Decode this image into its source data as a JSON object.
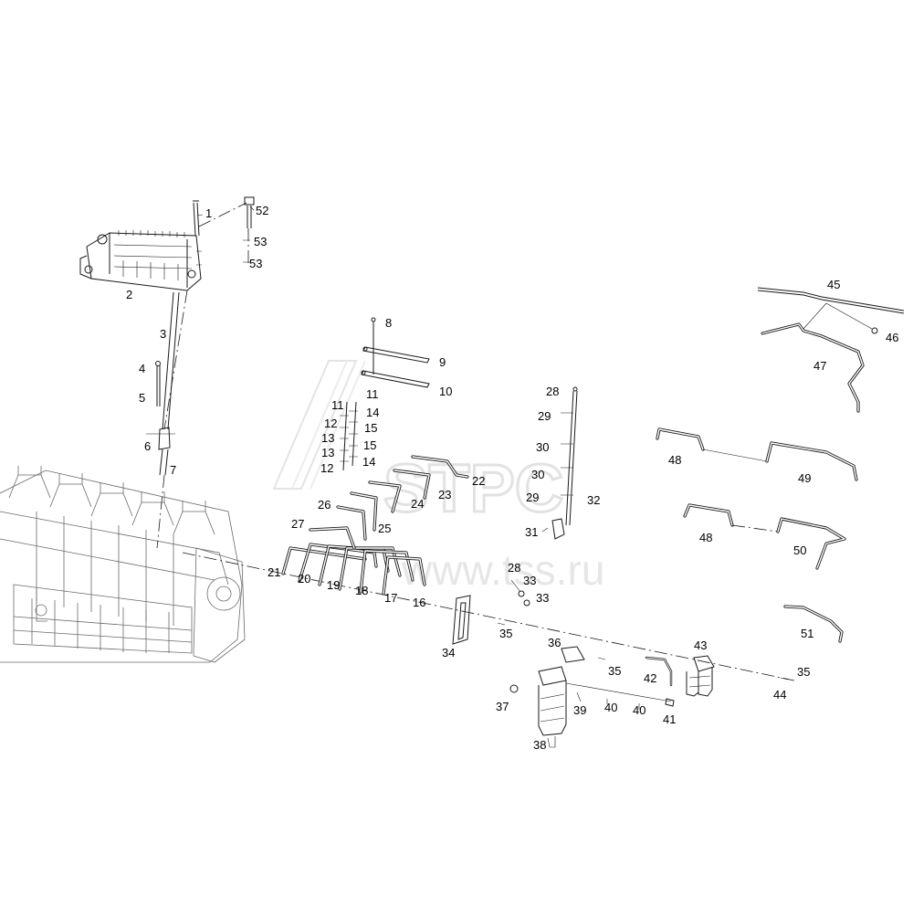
{
  "watermark": {
    "logo_text": "STPC",
    "url_text": "www.tss.ru"
  },
  "labels": [
    {
      "id": "l1",
      "text": "1"
    },
    {
      "id": "l52",
      "text": "52"
    },
    {
      "id": "l53a",
      "text": "53"
    },
    {
      "id": "l53b",
      "text": "53"
    },
    {
      "id": "l2",
      "text": "2"
    },
    {
      "id": "l3",
      "text": "3"
    },
    {
      "id": "l4",
      "text": "4"
    },
    {
      "id": "l5",
      "text": "5"
    },
    {
      "id": "l6",
      "text": "6"
    },
    {
      "id": "l7",
      "text": "7"
    },
    {
      "id": "l8",
      "text": "8"
    },
    {
      "id": "l9",
      "text": "9"
    },
    {
      "id": "l10",
      "text": "10"
    },
    {
      "id": "l11a",
      "text": "11"
    },
    {
      "id": "l11b",
      "text": "11"
    },
    {
      "id": "l12a",
      "text": "12"
    },
    {
      "id": "l12b",
      "text": "12"
    },
    {
      "id": "l13a",
      "text": "13"
    },
    {
      "id": "l13b",
      "text": "13"
    },
    {
      "id": "l14a",
      "text": "14"
    },
    {
      "id": "l14b",
      "text": "14"
    },
    {
      "id": "l15a",
      "text": "15"
    },
    {
      "id": "l15b",
      "text": "15"
    },
    {
      "id": "l16",
      "text": "16"
    },
    {
      "id": "l17",
      "text": "17"
    },
    {
      "id": "l18",
      "text": "18"
    },
    {
      "id": "l19",
      "text": "19"
    },
    {
      "id": "l20",
      "text": "20"
    },
    {
      "id": "l21",
      "text": "21"
    },
    {
      "id": "l22",
      "text": "22"
    },
    {
      "id": "l23",
      "text": "23"
    },
    {
      "id": "l24",
      "text": "24"
    },
    {
      "id": "l25",
      "text": "25"
    },
    {
      "id": "l26",
      "text": "26"
    },
    {
      "id": "l27",
      "text": "27"
    },
    {
      "id": "l28a",
      "text": "28"
    },
    {
      "id": "l28b",
      "text": "28"
    },
    {
      "id": "l29a",
      "text": "29"
    },
    {
      "id": "l29b",
      "text": "29"
    },
    {
      "id": "l30a",
      "text": "30"
    },
    {
      "id": "l30b",
      "text": "30"
    },
    {
      "id": "l31",
      "text": "31"
    },
    {
      "id": "l32",
      "text": "32"
    },
    {
      "id": "l33a",
      "text": "33"
    },
    {
      "id": "l33b",
      "text": "33"
    },
    {
      "id": "l34",
      "text": "34"
    },
    {
      "id": "l35a",
      "text": "35"
    },
    {
      "id": "l35b",
      "text": "35"
    },
    {
      "id": "l35c",
      "text": "35"
    },
    {
      "id": "l36",
      "text": "36"
    },
    {
      "id": "l37",
      "text": "37"
    },
    {
      "id": "l38",
      "text": "38"
    },
    {
      "id": "l39",
      "text": "39"
    },
    {
      "id": "l40a",
      "text": "40"
    },
    {
      "id": "l40b",
      "text": "40"
    },
    {
      "id": "l41",
      "text": "41"
    },
    {
      "id": "l42",
      "text": "42"
    },
    {
      "id": "l43",
      "text": "43"
    },
    {
      "id": "l44",
      "text": "44"
    },
    {
      "id": "l45",
      "text": "45"
    },
    {
      "id": "l46",
      "text": "46"
    },
    {
      "id": "l47",
      "text": "47"
    },
    {
      "id": "l48a",
      "text": "48"
    },
    {
      "id": "l48b",
      "text": "48"
    },
    {
      "id": "l49",
      "text": "49"
    },
    {
      "id": "l50",
      "text": "50"
    },
    {
      "id": "l51",
      "text": "51"
    }
  ]
}
